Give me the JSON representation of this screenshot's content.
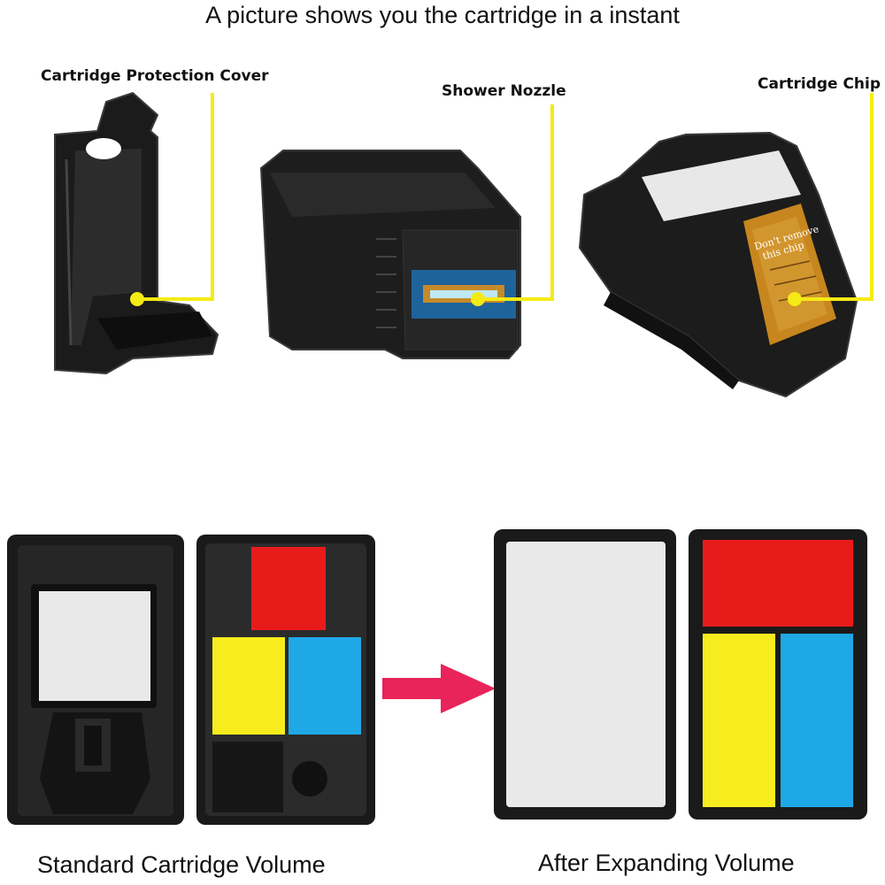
{
  "title": "A picture shows you the cartridge in a instant",
  "callouts": {
    "protection_cover": "Cartridge Protection Cover",
    "shower_nozzle": "Shower Nozzle",
    "cartridge_chip": "Cartridge Chip"
  },
  "chip_sticker": {
    "line1": "Don't remove",
    "line2": "this chip"
  },
  "captions": {
    "standard": "Standard Cartridge Volume",
    "expanded": "After Expanding Volume"
  },
  "colors": {
    "callout_line": "#f5ea14",
    "ink_red": "#e81b1b",
    "ink_yellow": "#f6ec1e",
    "ink_cyan": "#1ea8e6",
    "ink_black_tank": "#e9e9ea",
    "arrow": "#e8245a",
    "shell": "#1a1a1a"
  },
  "icons": {
    "arrow": "right-arrow-icon"
  }
}
